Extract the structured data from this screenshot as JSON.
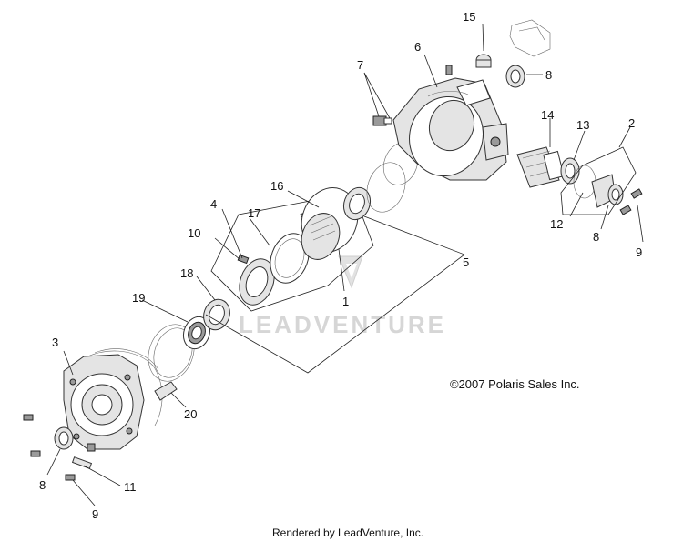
{
  "callouts": [
    {
      "id": "c1",
      "text": "1"
    },
    {
      "id": "c2",
      "text": "2"
    },
    {
      "id": "c3",
      "text": "3"
    },
    {
      "id": "c4",
      "text": "4"
    },
    {
      "id": "c5",
      "text": "5"
    },
    {
      "id": "c6",
      "text": "6"
    },
    {
      "id": "c7",
      "text": "7"
    },
    {
      "id": "c8a",
      "text": "8"
    },
    {
      "id": "c8b",
      "text": "8"
    },
    {
      "id": "c8c",
      "text": "8"
    },
    {
      "id": "c9a",
      "text": "9"
    },
    {
      "id": "c9b",
      "text": "9"
    },
    {
      "id": "c10",
      "text": "10"
    },
    {
      "id": "c11",
      "text": "11"
    },
    {
      "id": "c12",
      "text": "12"
    },
    {
      "id": "c13",
      "text": "13"
    },
    {
      "id": "c14",
      "text": "14"
    },
    {
      "id": "c15",
      "text": "15"
    },
    {
      "id": "c16",
      "text": "16"
    },
    {
      "id": "c17",
      "text": "17"
    },
    {
      "id": "c18",
      "text": "18"
    },
    {
      "id": "c19",
      "text": "19"
    },
    {
      "id": "c20",
      "text": "20"
    }
  ],
  "copyright": "©2007  Polaris Sales Inc.",
  "watermark": "LEADVENTURE",
  "footer": "Rendered by LeadVenture, Inc."
}
